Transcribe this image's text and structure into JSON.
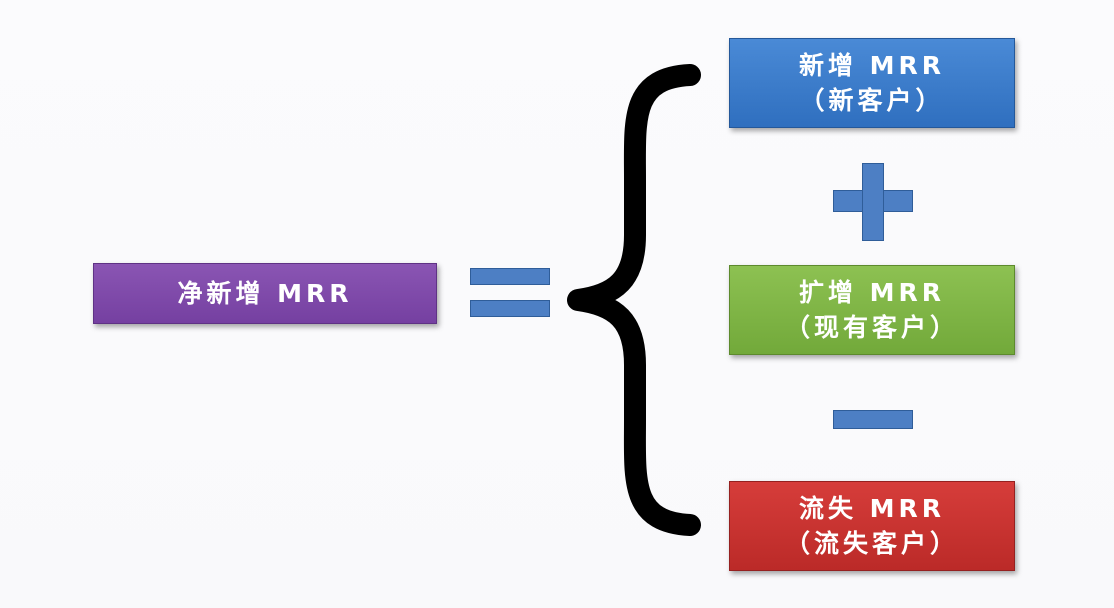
{
  "left": {
    "label": "净新增 MRR"
  },
  "right": {
    "items": [
      {
        "line1": "新增 MRR",
        "line2": "（新客户）",
        "color": "#3a7cc9"
      },
      {
        "line1": "扩增 MRR",
        "line2": "（现有客户）",
        "color": "#7fb545"
      },
      {
        "line1": "流失 MRR",
        "line2": "（流失客户）",
        "color": "#c93331"
      }
    ]
  },
  "operators": {
    "equals": "equals-sign",
    "plus": "plus-sign",
    "minus": "minus-sign",
    "brace": "left-curly-brace"
  },
  "colors": {
    "net": "#7e4aab",
    "operator": "#4d7fc4"
  }
}
